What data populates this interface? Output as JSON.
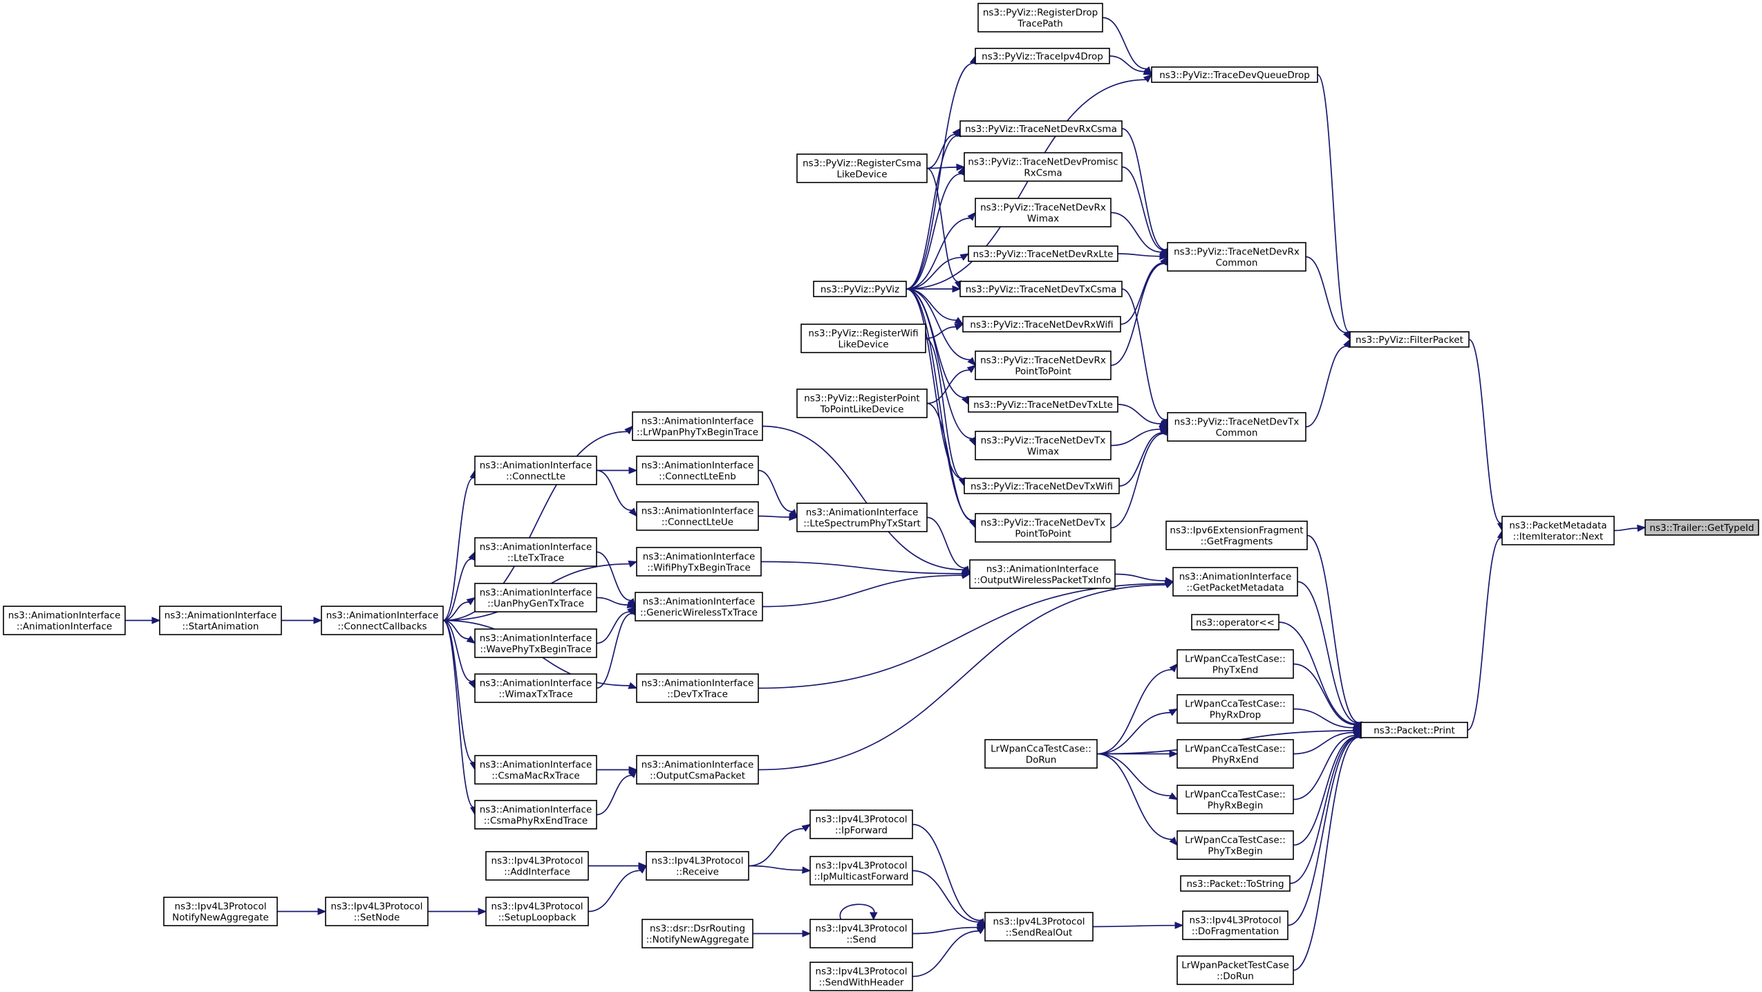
{
  "diagram": {
    "type": "call-graph",
    "colors": {
      "edge": "#191970",
      "node_border": "#000000",
      "node_fill": "#ffffff",
      "highlight_fill": "#bfbfbf"
    },
    "nodes": [
      {
        "id": "trailer_gettypeid",
        "lines": [
          "ns3::Trailer::GetTypeId"
        ],
        "highlight": true
      },
      {
        "id": "pm_next",
        "lines": [
          "ns3::PacketMetadata",
          "::ItemIterator::Next"
        ]
      },
      {
        "id": "filterpacket",
        "lines": [
          "ns3::PyViz::FilterPacket"
        ]
      },
      {
        "id": "packet_print",
        "lines": [
          "ns3::Packet::Print"
        ]
      },
      {
        "id": "tracedevqueuedrop",
        "lines": [
          "ns3::PyViz::TraceDevQueueDrop"
        ]
      },
      {
        "id": "tracenetdevrxcommon",
        "lines": [
          "ns3::PyViz::TraceNetDevRx",
          "Common"
        ]
      },
      {
        "id": "tracenetdevtxcommon",
        "lines": [
          "ns3::PyViz::TraceNetDevTx",
          "Common"
        ]
      },
      {
        "id": "registerdroptracepath",
        "lines": [
          "ns3::PyViz::RegisterDrop",
          "TracePath"
        ]
      },
      {
        "id": "traceipv4drop",
        "lines": [
          "ns3::PyViz::TraceIpv4Drop"
        ]
      },
      {
        "id": "tracenetdevrxcsma",
        "lines": [
          "ns3::PyViz::TraceNetDevRxCsma"
        ]
      },
      {
        "id": "tracenetdevpromiscrxcsma",
        "lines": [
          "ns3::PyViz::TraceNetDevPromisc",
          "RxCsma"
        ]
      },
      {
        "id": "tracenetdevrxwimax",
        "lines": [
          "ns3::PyViz::TraceNetDevRx",
          "Wimax"
        ]
      },
      {
        "id": "tracenetdevrxlte",
        "lines": [
          "ns3::PyViz::TraceNetDevRxLte"
        ]
      },
      {
        "id": "tracenetdevtxcsma",
        "lines": [
          "ns3::PyViz::TraceNetDevTxCsma"
        ]
      },
      {
        "id": "tracenetdevrxwifi",
        "lines": [
          "ns3::PyViz::TraceNetDevRxWifi"
        ]
      },
      {
        "id": "tracenetdevrxp2p",
        "lines": [
          "ns3::PyViz::TraceNetDevRx",
          "PointToPoint"
        ]
      },
      {
        "id": "tracenetdevtxlte",
        "lines": [
          "ns3::PyViz::TraceNetDevTxLte"
        ]
      },
      {
        "id": "tracenetdevtxwimax",
        "lines": [
          "ns3::PyViz::TraceNetDevTx",
          "Wimax"
        ]
      },
      {
        "id": "tracenetdevtxwifi",
        "lines": [
          "ns3::PyViz::TraceNetDevTxWifi"
        ]
      },
      {
        "id": "tracenetdevtxp2p",
        "lines": [
          "ns3::PyViz::TraceNetDevTx",
          "PointToPoint"
        ]
      },
      {
        "id": "registercsma",
        "lines": [
          "ns3::PyViz::RegisterCsma",
          "LikeDevice"
        ]
      },
      {
        "id": "pyviz",
        "lines": [
          "ns3::PyViz::PyViz"
        ]
      },
      {
        "id": "registerwifi",
        "lines": [
          "ns3::PyViz::RegisterWifi",
          "LikeDevice"
        ]
      },
      {
        "id": "registerp2p",
        "lines": [
          "ns3::PyViz::RegisterPoint",
          "ToPointLikeDevice"
        ]
      },
      {
        "id": "ipv6extfrag",
        "lines": [
          "ns3::Ipv6ExtensionFragment",
          "::GetFragments"
        ]
      },
      {
        "id": "getpacketmetadata",
        "lines": [
          "ns3::AnimationInterface",
          "::GetPacketMetadata"
        ]
      },
      {
        "id": "operator_ll",
        "lines": [
          "ns3::operator<<"
        ]
      },
      {
        "id": "cca_phytxend",
        "lines": [
          "LrWpanCcaTestCase::",
          "PhyTxEnd"
        ]
      },
      {
        "id": "cca_phyrxdrop",
        "lines": [
          "LrWpanCcaTestCase::",
          "PhyRxDrop"
        ]
      },
      {
        "id": "cca_phyrxend",
        "lines": [
          "LrWpanCcaTestCase::",
          "PhyRxEnd"
        ]
      },
      {
        "id": "cca_phyrxbegin",
        "lines": [
          "LrWpanCcaTestCase::",
          "PhyRxBegin"
        ]
      },
      {
        "id": "cca_phytxbegin",
        "lines": [
          "LrWpanCcaTestCase::",
          "PhyTxBegin"
        ]
      },
      {
        "id": "cca_dorun",
        "lines": [
          "LrWpanCcaTestCase::",
          "DoRun"
        ]
      },
      {
        "id": "packet_tostring",
        "lines": [
          "ns3::Packet::ToString"
        ]
      },
      {
        "id": "dofragmentation",
        "lines": [
          "ns3::Ipv4L3Protocol",
          "::DoFragmentation"
        ]
      },
      {
        "id": "packettest_dorun",
        "lines": [
          "LrWpanPacketTestCase",
          "::DoRun"
        ]
      },
      {
        "id": "outputwirelesstxinfo",
        "lines": [
          "ns3::AnimationInterface",
          "::OutputWirelessPacketTxInfo"
        ]
      },
      {
        "id": "ltespectrumphytxstart",
        "lines": [
          "ns3::AnimationInterface",
          "::LteSpectrumPhyTxStart"
        ]
      },
      {
        "id": "lrwpanphytxbegintrace",
        "lines": [
          "ns3::AnimationInterface",
          "::LrWpanPhyTxBeginTrace"
        ]
      },
      {
        "id": "connectlteenb",
        "lines": [
          "ns3::AnimationInterface",
          "::ConnectLteEnb"
        ]
      },
      {
        "id": "connectlteue",
        "lines": [
          "ns3::AnimationInterface",
          "::ConnectLteUe"
        ]
      },
      {
        "id": "wifiphytxbegintrace",
        "lines": [
          "ns3::AnimationInterface",
          "::WifiPhyTxBeginTrace"
        ]
      },
      {
        "id": "genericwirelesstxtrace",
        "lines": [
          "ns3::AnimationInterface",
          "::GenericWirelessTxTrace"
        ]
      },
      {
        "id": "devtxtrace",
        "lines": [
          "ns3::AnimationInterface",
          "::DevTxTrace"
        ]
      },
      {
        "id": "outputcsmapacket",
        "lines": [
          "ns3::AnimationInterface",
          "::OutputCsmaPacket"
        ]
      },
      {
        "id": "connectlte",
        "lines": [
          "ns3::AnimationInterface",
          "::ConnectLte"
        ]
      },
      {
        "id": "ltetxtrace",
        "lines": [
          "ns3::AnimationInterface",
          "::LteTxTrace"
        ]
      },
      {
        "id": "uanphygentxtrace",
        "lines": [
          "ns3::AnimationInterface",
          "::UanPhyGenTxTrace"
        ]
      },
      {
        "id": "wavephytxbegintrace",
        "lines": [
          "ns3::AnimationInterface",
          "::WavePhyTxBeginTrace"
        ]
      },
      {
        "id": "wimaxtxtrace",
        "lines": [
          "ns3::AnimationInterface",
          "::WimaxTxTrace"
        ]
      },
      {
        "id": "csmamacrxtrace",
        "lines": [
          "ns3::AnimationInterface",
          "::CsmaMacRxTrace"
        ]
      },
      {
        "id": "csmaphyrxendtrace",
        "lines": [
          "ns3::AnimationInterface",
          "::CsmaPhyRxEndTrace"
        ]
      },
      {
        "id": "connectcallbacks",
        "lines": [
          "ns3::AnimationInterface",
          "::ConnectCallbacks"
        ]
      },
      {
        "id": "startanimation",
        "lines": [
          "ns3::AnimationInterface",
          "::StartAnimation"
        ]
      },
      {
        "id": "animationinterface",
        "lines": [
          "ns3::AnimationInterface",
          "::AnimationInterface"
        ]
      },
      {
        "id": "sendrealout",
        "lines": [
          "ns3::Ipv4L3Protocol",
          "::SendRealOut"
        ]
      },
      {
        "id": "ipforward",
        "lines": [
          "ns3::Ipv4L3Protocol",
          "::IpForward"
        ]
      },
      {
        "id": "ipmulticastforward",
        "lines": [
          "ns3::Ipv4L3Protocol",
          "::IpMulticastForward"
        ]
      },
      {
        "id": "ipv4send",
        "lines": [
          "ns3::Ipv4L3Protocol",
          "::Send"
        ]
      },
      {
        "id": "sendwithheader",
        "lines": [
          "ns3::Ipv4L3Protocol",
          "::SendWithHeader"
        ]
      },
      {
        "id": "ipv4receive",
        "lines": [
          "ns3::Ipv4L3Protocol",
          "::Receive"
        ]
      },
      {
        "id": "addinterface",
        "lines": [
          "ns3::Ipv4L3Protocol",
          "::AddInterface"
        ]
      },
      {
        "id": "setuploopback",
        "lines": [
          "ns3::Ipv4L3Protocol",
          "::SetupLoopback"
        ]
      },
      {
        "id": "setnode",
        "lines": [
          "ns3::Ipv4L3Protocol",
          "::SetNode"
        ]
      },
      {
        "id": "notifynewaggregate",
        "lines": [
          "ns3::Ipv4L3Protocol",
          "NotifyNewAggregate"
        ]
      },
      {
        "id": "dsr_notifynewaggregate",
        "lines": [
          "ns3::dsr::DsrRouting",
          "::NotifyNewAggregate"
        ]
      }
    ],
    "edges": [
      {
        "from": "pm_next",
        "to": "trailer_gettypeid"
      },
      {
        "from": "filterpacket",
        "to": "pm_next"
      },
      {
        "from": "packet_print",
        "to": "pm_next"
      },
      {
        "from": "tracedevqueuedrop",
        "to": "filterpacket"
      },
      {
        "from": "tracenetdevrxcommon",
        "to": "filterpacket"
      },
      {
        "from": "tracenetdevtxcommon",
        "to": "filterpacket"
      },
      {
        "from": "registerdroptracepath",
        "to": "tracedevqueuedrop"
      },
      {
        "from": "traceipv4drop",
        "to": "tracedevqueuedrop"
      },
      {
        "from": "pyviz",
        "to": "tracedevqueuedrop"
      },
      {
        "from": "pyviz",
        "to": "traceipv4drop"
      },
      {
        "from": "tracenetdevrxcsma",
        "to": "tracenetdevrxcommon"
      },
      {
        "from": "tracenetdevpromiscrxcsma",
        "to": "tracenetdevrxcommon"
      },
      {
        "from": "tracenetdevrxwimax",
        "to": "tracenetdevrxcommon"
      },
      {
        "from": "tracenetdevrxlte",
        "to": "tracenetdevrxcommon"
      },
      {
        "from": "tracenetdevrxwifi",
        "to": "tracenetdevrxcommon"
      },
      {
        "from": "tracenetdevrxp2p",
        "to": "tracenetdevrxcommon"
      },
      {
        "from": "tracenetdevtxcsma",
        "to": "tracenetdevtxcommon"
      },
      {
        "from": "tracenetdevtxlte",
        "to": "tracenetdevtxcommon"
      },
      {
        "from": "tracenetdevtxwimax",
        "to": "tracenetdevtxcommon"
      },
      {
        "from": "tracenetdevtxwifi",
        "to": "tracenetdevtxcommon"
      },
      {
        "from": "tracenetdevtxp2p",
        "to": "tracenetdevtxcommon"
      },
      {
        "from": "registercsma",
        "to": "tracenetdevrxcsma"
      },
      {
        "from": "registercsma",
        "to": "tracenetdevpromiscrxcsma"
      },
      {
        "from": "registercsma",
        "to": "tracenetdevtxcsma"
      },
      {
        "from": "pyviz",
        "to": "tracenetdevrxcsma"
      },
      {
        "from": "pyviz",
        "to": "tracenetdevpromiscrxcsma"
      },
      {
        "from": "pyviz",
        "to": "tracenetdevrxwimax"
      },
      {
        "from": "pyviz",
        "to": "tracenetdevrxlte"
      },
      {
        "from": "pyviz",
        "to": "tracenetdevtxcsma"
      },
      {
        "from": "pyviz",
        "to": "tracenetdevrxwifi"
      },
      {
        "from": "pyviz",
        "to": "tracenetdevrxp2p"
      },
      {
        "from": "pyviz",
        "to": "tracenetdevtxlte"
      },
      {
        "from": "pyviz",
        "to": "tracenetdevtxwimax"
      },
      {
        "from": "pyviz",
        "to": "tracenetdevtxwifi"
      },
      {
        "from": "pyviz",
        "to": "tracenetdevtxp2p"
      },
      {
        "from": "registerwifi",
        "to": "tracenetdevrxwifi"
      },
      {
        "from": "registerwifi",
        "to": "tracenetdevtxwifi"
      },
      {
        "from": "registerp2p",
        "to": "tracenetdevrxp2p"
      },
      {
        "from": "registerp2p",
        "to": "tracenetdevtxp2p"
      },
      {
        "from": "ipv6extfrag",
        "to": "packet_print"
      },
      {
        "from": "getpacketmetadata",
        "to": "packet_print"
      },
      {
        "from": "operator_ll",
        "to": "packet_print"
      },
      {
        "from": "cca_phytxend",
        "to": "packet_print"
      },
      {
        "from": "cca_phyrxdrop",
        "to": "packet_print"
      },
      {
        "from": "cca_phyrxend",
        "to": "packet_print"
      },
      {
        "from": "cca_phyrxbegin",
        "to": "packet_print"
      },
      {
        "from": "cca_phytxbegin",
        "to": "packet_print"
      },
      {
        "from": "cca_dorun",
        "to": "packet_print"
      },
      {
        "from": "packet_tostring",
        "to": "packet_print"
      },
      {
        "from": "dofragmentation",
        "to": "packet_print"
      },
      {
        "from": "packettest_dorun",
        "to": "packet_print"
      },
      {
        "from": "cca_dorun",
        "to": "cca_phytxend"
      },
      {
        "from": "cca_dorun",
        "to": "cca_phyrxdrop"
      },
      {
        "from": "cca_dorun",
        "to": "cca_phyrxend"
      },
      {
        "from": "cca_dorun",
        "to": "cca_phyrxbegin"
      },
      {
        "from": "cca_dorun",
        "to": "cca_phytxbegin"
      },
      {
        "from": "outputwirelesstxinfo",
        "to": "getpacketmetadata"
      },
      {
        "from": "devtxtrace",
        "to": "getpacketmetadata"
      },
      {
        "from": "outputcsmapacket",
        "to": "getpacketmetadata"
      },
      {
        "from": "ltespectrumphytxstart",
        "to": "outputwirelesstxinfo"
      },
      {
        "from": "lrwpanphytxbegintrace",
        "to": "outputwirelesstxinfo"
      },
      {
        "from": "wifiphytxbegintrace",
        "to": "outputwirelesstxinfo"
      },
      {
        "from": "genericwirelesstxtrace",
        "to": "outputwirelesstxinfo"
      },
      {
        "from": "connectlteenb",
        "to": "ltespectrumphytxstart"
      },
      {
        "from": "connectlteue",
        "to": "ltespectrumphytxstart"
      },
      {
        "from": "connectlte",
        "to": "connectlteenb"
      },
      {
        "from": "connectlte",
        "to": "connectlteue"
      },
      {
        "from": "ltetxtrace",
        "to": "genericwirelesstxtrace"
      },
      {
        "from": "uanphygentxtrace",
        "to": "genericwirelesstxtrace"
      },
      {
        "from": "wavephytxbegintrace",
        "to": "genericwirelesstxtrace"
      },
      {
        "from": "wimaxtxtrace",
        "to": "genericwirelesstxtrace"
      },
      {
        "from": "csmamacrxtrace",
        "to": "outputcsmapacket"
      },
      {
        "from": "csmaphyrxendtrace",
        "to": "outputcsmapacket"
      },
      {
        "from": "connectcallbacks",
        "to": "lrwpanphytxbegintrace"
      },
      {
        "from": "connectcallbacks",
        "to": "connectlte"
      },
      {
        "from": "connectcallbacks",
        "to": "ltetxtrace"
      },
      {
        "from": "connectcallbacks",
        "to": "wifiphytxbegintrace"
      },
      {
        "from": "connectcallbacks",
        "to": "uanphygentxtrace"
      },
      {
        "from": "connectcallbacks",
        "to": "wavephytxbegintrace"
      },
      {
        "from": "connectcallbacks",
        "to": "wimaxtxtrace"
      },
      {
        "from": "connectcallbacks",
        "to": "devtxtrace"
      },
      {
        "from": "connectcallbacks",
        "to": "csmamacrxtrace"
      },
      {
        "from": "connectcallbacks",
        "to": "csmaphyrxendtrace"
      },
      {
        "from": "startanimation",
        "to": "connectcallbacks"
      },
      {
        "from": "animationinterface",
        "to": "startanimation"
      },
      {
        "from": "sendrealout",
        "to": "dofragmentation"
      },
      {
        "from": "ipforward",
        "to": "sendrealout"
      },
      {
        "from": "ipmulticastforward",
        "to": "sendrealout"
      },
      {
        "from": "ipv4send",
        "to": "sendrealout"
      },
      {
        "from": "sendwithheader",
        "to": "sendrealout"
      },
      {
        "from": "ipv4send",
        "to": "ipv4send"
      },
      {
        "from": "ipv4receive",
        "to": "ipforward"
      },
      {
        "from": "ipv4receive",
        "to": "ipmulticastforward"
      },
      {
        "from": "addinterface",
        "to": "ipv4receive"
      },
      {
        "from": "setuploopback",
        "to": "ipv4receive"
      },
      {
        "from": "setnode",
        "to": "setuploopback"
      },
      {
        "from": "notifynewaggregate",
        "to": "setnode"
      },
      {
        "from": "dsr_notifynewaggregate",
        "to": "ipv4send"
      }
    ]
  }
}
